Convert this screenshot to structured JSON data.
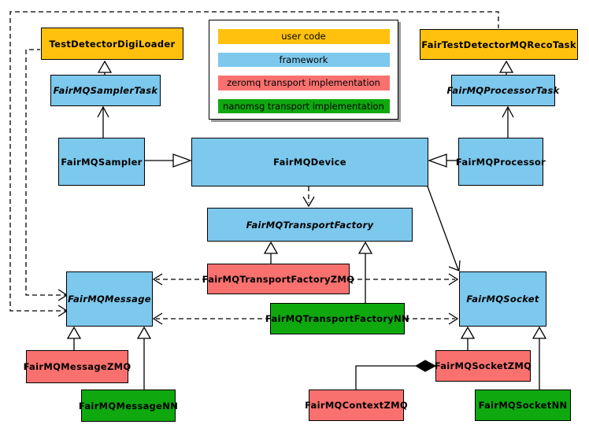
{
  "nodes": {
    "test_detector_digi_loader": {
      "label": "TestDetectorDigiLoader",
      "category": "user code"
    },
    "fair_test_detector_mq_reco_task": {
      "label": "FairTestDetectorMQRecoTask",
      "category": "user code"
    },
    "fairmq_sampler_task": {
      "label": "FairMQSamplerTask",
      "category": "framework",
      "abstract": true
    },
    "fairmq_processor_task": {
      "label": "FairMQProcessorTask",
      "category": "framework",
      "abstract": true
    },
    "fairmq_sampler": {
      "label": "FairMQSampler",
      "category": "framework"
    },
    "fairmq_device": {
      "label": "FairMQDevice",
      "category": "framework"
    },
    "fairmq_processor": {
      "label": "FairMQProcessor",
      "category": "framework"
    },
    "fairmq_transport_factory": {
      "label": "FairMQTransportFactory",
      "category": "framework",
      "abstract": true
    },
    "fairmq_message": {
      "label": "FairMQMessage",
      "category": "framework",
      "abstract": true
    },
    "fairmq_socket": {
      "label": "FairMQSocket",
      "category": "framework",
      "abstract": true
    },
    "fairmq_transport_factory_zmq": {
      "label": "FairMQTransportFactoryZMQ",
      "category": "zeromq"
    },
    "fairmq_transport_factory_nn": {
      "label": "FairMQTransportFactoryNN",
      "category": "nanomsg"
    },
    "fairmq_message_zmq": {
      "label": "FairMQMessageZMQ",
      "category": "zeromq"
    },
    "fairmq_message_nn": {
      "label": "FairMQMessageNN",
      "category": "nanomsg"
    },
    "fairmq_socket_zmq": {
      "label": "FairMQSocketZMQ",
      "category": "zeromq"
    },
    "fairmq_socket_nn": {
      "label": "FairMQSocketNN",
      "category": "nanomsg"
    },
    "fairmq_context_zmq": {
      "label": "FairMQContextZMQ",
      "category": "zeromq"
    }
  },
  "colors": {
    "user_code": "#FFC10D",
    "framework": "#7DC8ED",
    "zeromq": "#F8716F",
    "nanomsg": "#0FA80F",
    "line": "#000000",
    "background": "#FFFFFF",
    "legend_shadow": "#9A9A9A"
  },
  "legend": {
    "items": [
      {
        "label": "user code",
        "color": "#FFC10D"
      },
      {
        "label": "framework",
        "color": "#7DC8ED"
      },
      {
        "label": "zeromq transport implementation",
        "color": "#F8716F"
      },
      {
        "label": "nanomsg transport implementation",
        "color": "#0FA80F"
      }
    ]
  },
  "edges": [
    {
      "from": "FairMQSamplerTask",
      "to": "TestDetectorDigiLoader",
      "type": "inheritance-hollow-triangle",
      "style": "solid"
    },
    {
      "from": "FairMQSampler",
      "to": "FairMQSamplerTask",
      "type": "association-open-arrow",
      "style": "solid"
    },
    {
      "from": "FairMQSampler",
      "to": "FairMQDevice",
      "type": "inheritance-hollow-triangle",
      "style": "solid"
    },
    {
      "from": "FairMQProcessorTask",
      "to": "FairTestDetectorMQRecoTask",
      "type": "inheritance-hollow-triangle",
      "style": "solid"
    },
    {
      "from": "FairMQProcessor",
      "to": "FairMQProcessorTask",
      "type": "association-open-arrow",
      "style": "solid"
    },
    {
      "from": "FairMQProcessor",
      "to": "FairMQDevice",
      "type": "inheritance-hollow-triangle",
      "style": "solid"
    },
    {
      "from": "FairMQDevice",
      "to": "FairMQTransportFactory",
      "type": "dependency-open-arrow",
      "style": "dashed"
    },
    {
      "from": "FairMQDevice",
      "to": "FairMQSocket",
      "type": "association-open-arrow",
      "style": "solid"
    },
    {
      "from": "TestDetectorDigiLoader",
      "to": "FairMQMessage",
      "type": "dependency-open-arrow",
      "style": "dashed"
    },
    {
      "from": "FairTestDetectorMQRecoTask",
      "to": "FairMQMessage",
      "type": "dependency-open-arrow",
      "style": "dashed"
    },
    {
      "from": "FairMQTransportFactoryZMQ",
      "to": "FairMQTransportFactory",
      "type": "inheritance-hollow-triangle",
      "style": "solid"
    },
    {
      "from": "FairMQTransportFactoryNN",
      "to": "FairMQTransportFactory",
      "type": "inheritance-hollow-triangle",
      "style": "solid"
    },
    {
      "from": "FairMQTransportFactoryZMQ",
      "to": "FairMQMessage",
      "type": "dependency-open-arrow",
      "style": "dashed"
    },
    {
      "from": "FairMQTransportFactoryZMQ",
      "to": "FairMQSocket",
      "type": "dependency-open-arrow",
      "style": "dashed"
    },
    {
      "from": "FairMQTransportFactoryNN",
      "to": "FairMQMessage",
      "type": "dependency-open-arrow",
      "style": "dashed"
    },
    {
      "from": "FairMQTransportFactoryNN",
      "to": "FairMQSocket",
      "type": "dependency-open-arrow",
      "style": "dashed"
    },
    {
      "from": "FairMQMessageZMQ",
      "to": "FairMQMessage",
      "type": "inheritance-hollow-triangle",
      "style": "solid"
    },
    {
      "from": "FairMQMessageNN",
      "to": "FairMQMessage",
      "type": "inheritance-hollow-triangle",
      "style": "solid"
    },
    {
      "from": "FairMQSocketZMQ",
      "to": "FairMQSocket",
      "type": "inheritance-hollow-triangle",
      "style": "solid"
    },
    {
      "from": "FairMQSocketNN",
      "to": "FairMQSocket",
      "type": "inheritance-hollow-triangle",
      "style": "solid"
    },
    {
      "from": "FairMQContextZMQ",
      "to": "FairMQSocketZMQ",
      "type": "composition-filled-diamond",
      "style": "solid"
    }
  ]
}
